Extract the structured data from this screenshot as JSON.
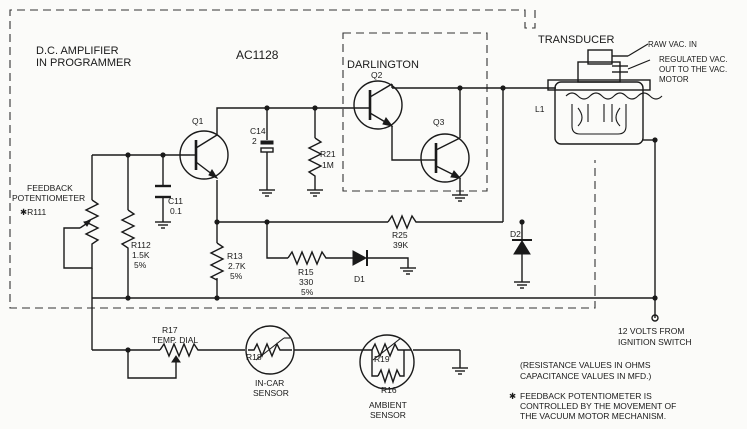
{
  "blocks": {
    "amplifier_line1": "D.C. AMPLIFIER",
    "amplifier_line2": "IN PROGRAMMER",
    "part_number": "AC1128",
    "darlington": "DARLINGTON",
    "transducer": "TRANSDUCER"
  },
  "transducer_ports": {
    "raw_vac": "RAW VAC. IN",
    "regulated_1": "REGULATED VAC.",
    "regulated_2": "OUT TO THE VAC.",
    "regulated_3": "MOTOR",
    "coil": "L1"
  },
  "transistors": {
    "q1": "Q1",
    "q2": "Q2",
    "q3": "Q3"
  },
  "components": {
    "c14_name": "C14",
    "c14_value": "2",
    "r21_name": "R21",
    "r21_value": "1M",
    "c11_name": "C11",
    "c11_value": "0.1",
    "r112_name": "R112",
    "r112_value": "1.5K",
    "r112_tol": "5%",
    "r13_name": "R13",
    "r13_value": "2.7K",
    "r13_tol": "5%",
    "r25_name": "R25",
    "r25_value": "39K",
    "r15_name": "R15",
    "r15_value": "330",
    "r15_tol": "5%",
    "d1": "D1",
    "d2": "D2",
    "fb_line1": "FEEDBACK",
    "fb_line2": "POTENTIOMETER",
    "r111": "✱R111"
  },
  "sensors": {
    "r17_name": "R17",
    "r17_label": "TEMP. DIAL",
    "r18": "R18",
    "incar_line1": "IN-CAR",
    "incar_line2": "SENSOR",
    "r19": "R19",
    "r16": "R16",
    "ambient_line1": "AMBIENT",
    "ambient_line2": "SENSOR"
  },
  "power": {
    "line1": "12 VOLTS FROM",
    "line2": "IGNITION SWITCH"
  },
  "notes": {
    "units_line1": "(RESISTANCE VALUES IN OHMS",
    "units_line2": "CAPACITANCE VALUES IN MFD.)",
    "fb_star": "✱",
    "fb_line1": "FEEDBACK POTENTIOMETER IS",
    "fb_line2": "CONTROLLED BY THE MOVEMENT OF",
    "fb_line3": "THE VACUUM MOTOR MECHANISM."
  }
}
